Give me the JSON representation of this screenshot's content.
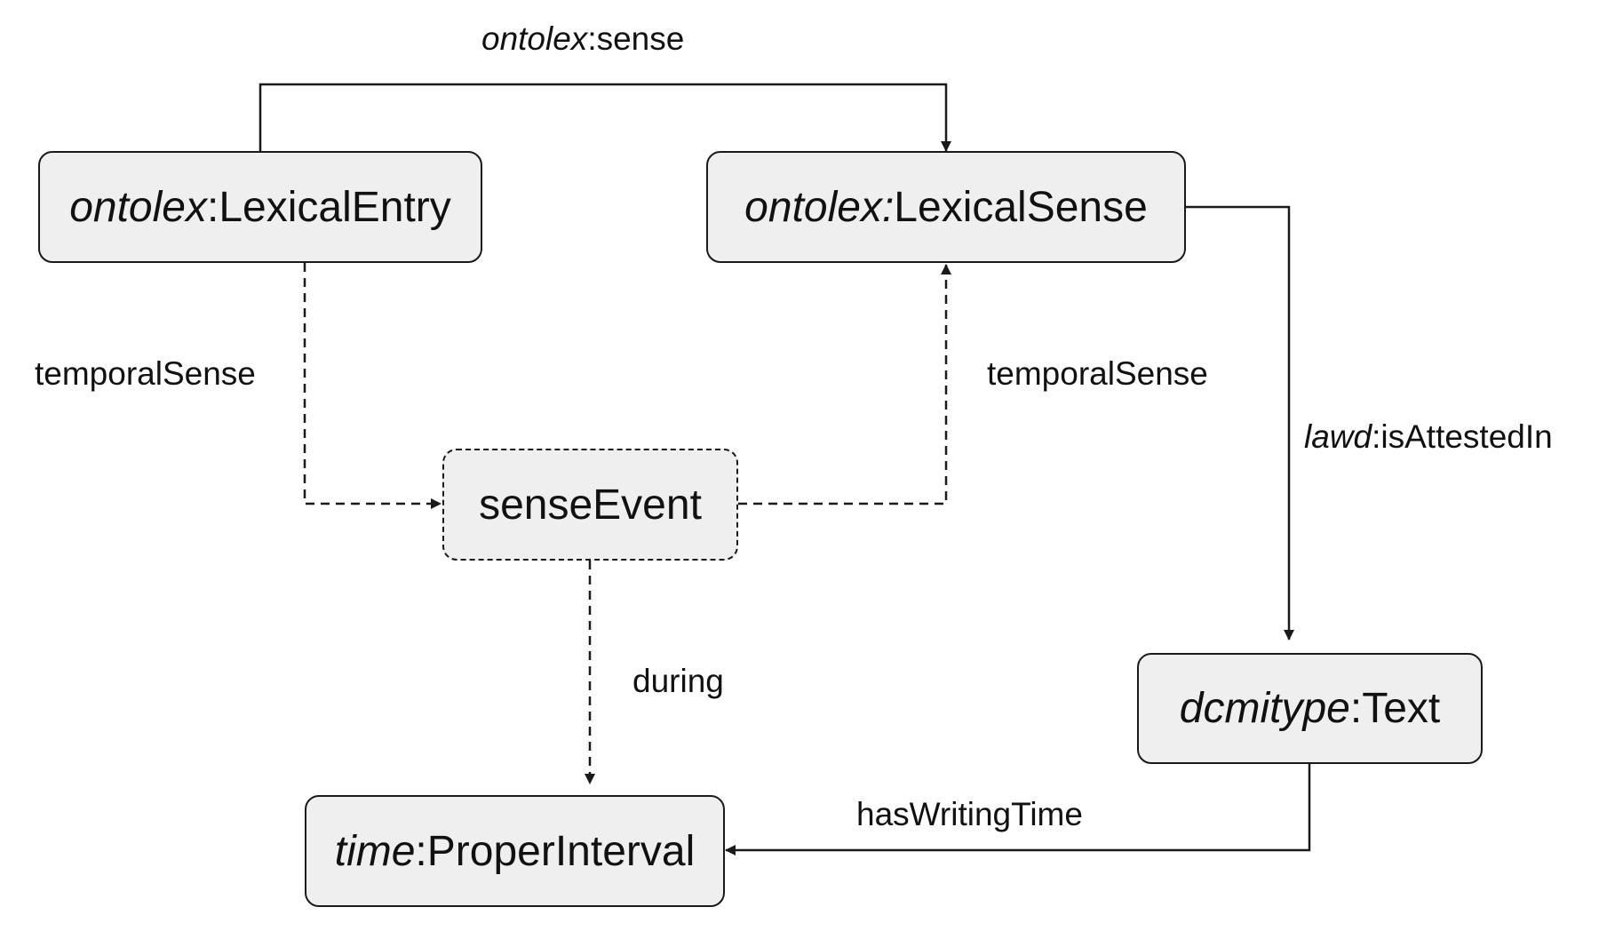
{
  "nodes": {
    "lexical_entry": {
      "prefix": "ontolex",
      "sep": ":",
      "name": "LexicalEntry"
    },
    "lexical_sense": {
      "prefix": "ontolex:",
      "sep": "",
      "name": "LexicalSense"
    },
    "sense_event": {
      "name": "senseEvent"
    },
    "dcmitype_text": {
      "prefix": "dcmitype",
      "sep": ":",
      "name": "Text"
    },
    "proper_interval": {
      "prefix": "time",
      "sep": ":",
      "name": "ProperInterval"
    }
  },
  "edges": {
    "sense": {
      "prefix": "ontolex",
      "sep": ":",
      "name": "sense"
    },
    "temporal_sense_left": {
      "name": "temporalSense"
    },
    "temporal_sense_right": {
      "name": "temporalSense"
    },
    "is_attested_in": {
      "prefix": "lawd",
      "sep": ":",
      "name": "isAttestedIn"
    },
    "during": {
      "name": "during"
    },
    "has_writing_time": {
      "name": "hasWritingTime"
    }
  },
  "colors": {
    "node_fill": "#efefef",
    "stroke": "#1a1a1a"
  }
}
